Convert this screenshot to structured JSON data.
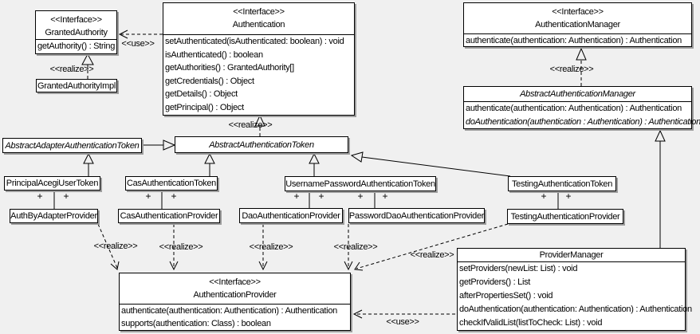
{
  "colors": {
    "background": "#f0f0f0",
    "box_fill": "#ffffff",
    "line": "#000000",
    "shadow": "#9d9d9d"
  },
  "labels": {
    "realize": "<<realize>>",
    "use": "<<use>>",
    "plus": "+"
  },
  "classes": {
    "granted_authority": {
      "stereotype": "<<Interface>>",
      "name": "GrantedAuthority",
      "methods": [
        "getAuthority() : String"
      ]
    },
    "granted_authority_impl": {
      "name": "GrantedAuthorityImpl"
    },
    "authentication": {
      "stereotype": "<<Interface>>",
      "name": "Authentication",
      "methods": [
        "setAuthenticated(isAuthenticated: boolean) : void",
        "isAuthenticated() : boolean",
        "getAuthorities() : GrantedAuthority[]",
        "getCredentials() : Object",
        "getDetails() : Object",
        "getPrincipal() : Object"
      ]
    },
    "authentication_manager": {
      "stereotype": "<<Interface>>",
      "name": "AuthenticationManager",
      "methods": [
        "authenticate(authentication: Authentication) : Authentication"
      ]
    },
    "abstract_authentication_manager": {
      "name": "AbstractAuthenticationManager",
      "abstract": true,
      "methods": [
        "authenticate(authentication: Authentication) : Authentication",
        "doAuthentication(authentication : Authentication) : Authentication"
      ]
    },
    "abstract_adapter_authentication_token": {
      "name": "AbstractAdapterAuthenticationToken",
      "abstract": true
    },
    "abstract_authentication_token": {
      "name": "AbstractAuthenticationToken",
      "abstract": true
    },
    "principal_acegi_user_token": {
      "name": "PrincipalAcegiUserToken"
    },
    "cas_authentication_token": {
      "name": "CasAuthenticationToken"
    },
    "username_password_authentication_token": {
      "name": "UsernamePasswordAuthenticationToken"
    },
    "testing_authentication_token": {
      "name": "TestingAuthenticationToken"
    },
    "auth_by_adapter_provider": {
      "name": "AuthByAdapterProvider"
    },
    "cas_authentication_provider": {
      "name": "CasAuthenticationProvider"
    },
    "dao_authentication_provider": {
      "name": "DaoAuthenticationProvider"
    },
    "password_dao_authentication_provider": {
      "name": "PasswordDaoAuthenticationProvider"
    },
    "testing_authentication_provider": {
      "name": "TestingAuthenticationProvider"
    },
    "authentication_provider": {
      "stereotype": "<<Interface>>",
      "name": "AuthenticationProvider",
      "methods": [
        "authenticate(authentication: Authentication) : Authentication",
        "supports(authentication: Class) : boolean"
      ]
    },
    "provider_manager": {
      "name": "ProviderManager",
      "methods": [
        "setProviders(newList: List) : void",
        "getProviders() : List",
        "afterPropertiesSet() : void",
        "doAuthentication(authentication: Authentication) : Authentication",
        "checkIfValidList(listToCheck: List) : void"
      ]
    }
  },
  "relations": [
    {
      "type": "realize",
      "from": "GrantedAuthorityImpl",
      "to": "GrantedAuthority",
      "label": "<<realize>>"
    },
    {
      "type": "use",
      "from": "Authentication",
      "to": "GrantedAuthority",
      "label": "<<use>>"
    },
    {
      "type": "realize",
      "from": "AbstractAuthenticationToken",
      "to": "Authentication",
      "label": "<<realize>>"
    },
    {
      "type": "realize",
      "from": "AbstractAuthenticationManager",
      "to": "AuthenticationManager",
      "label": "<<realize>>"
    },
    {
      "type": "generalization",
      "from": "AbstractAdapterAuthenticationToken",
      "to": "AbstractAuthenticationToken"
    },
    {
      "type": "generalization",
      "from": "PrincipalAcegiUserToken",
      "to": "AbstractAdapterAuthenticationToken"
    },
    {
      "type": "generalization",
      "from": "CasAuthenticationToken",
      "to": "AbstractAuthenticationToken"
    },
    {
      "type": "generalization",
      "from": "UsernamePasswordAuthenticationToken",
      "to": "AbstractAuthenticationToken"
    },
    {
      "type": "generalization",
      "from": "TestingAuthenticationToken",
      "to": "AbstractAuthenticationToken"
    },
    {
      "type": "generalization",
      "from": "ProviderManager",
      "to": "AbstractAuthenticationManager"
    },
    {
      "type": "association",
      "from": "PrincipalAcegiUserToken",
      "to": "AuthByAdapterProvider",
      "end_labels": [
        "+",
        "+"
      ]
    },
    {
      "type": "association",
      "from": "CasAuthenticationToken",
      "to": "CasAuthenticationProvider",
      "end_labels": [
        "+",
        "+"
      ]
    },
    {
      "type": "association",
      "from": "UsernamePasswordAuthenticationToken",
      "to": "DaoAuthenticationProvider",
      "end_labels": [
        "+",
        "+"
      ]
    },
    {
      "type": "association",
      "from": "UsernamePasswordAuthenticationToken",
      "to": "PasswordDaoAuthenticationProvider",
      "end_labels": [
        "+",
        "+"
      ]
    },
    {
      "type": "association",
      "from": "TestingAuthenticationToken",
      "to": "TestingAuthenticationProvider",
      "end_labels": [
        "+",
        "+"
      ]
    },
    {
      "type": "realize",
      "from": "AuthByAdapterProvider",
      "to": "AuthenticationProvider",
      "label": "<<realize>>"
    },
    {
      "type": "realize",
      "from": "CasAuthenticationProvider",
      "to": "AuthenticationProvider",
      "label": "<<realize>>"
    },
    {
      "type": "realize",
      "from": "DaoAuthenticationProvider",
      "to": "AuthenticationProvider",
      "label": "<<realize>>"
    },
    {
      "type": "realize",
      "from": "PasswordDaoAuthenticationProvider",
      "to": "AuthenticationProvider",
      "label": "<<realize>>"
    },
    {
      "type": "realize",
      "from": "TestingAuthenticationProvider",
      "to": "AuthenticationProvider",
      "label": "<<realize>>"
    },
    {
      "type": "use",
      "from": "ProviderManager",
      "to": "AuthenticationProvider",
      "label": "<<use>>"
    }
  ]
}
